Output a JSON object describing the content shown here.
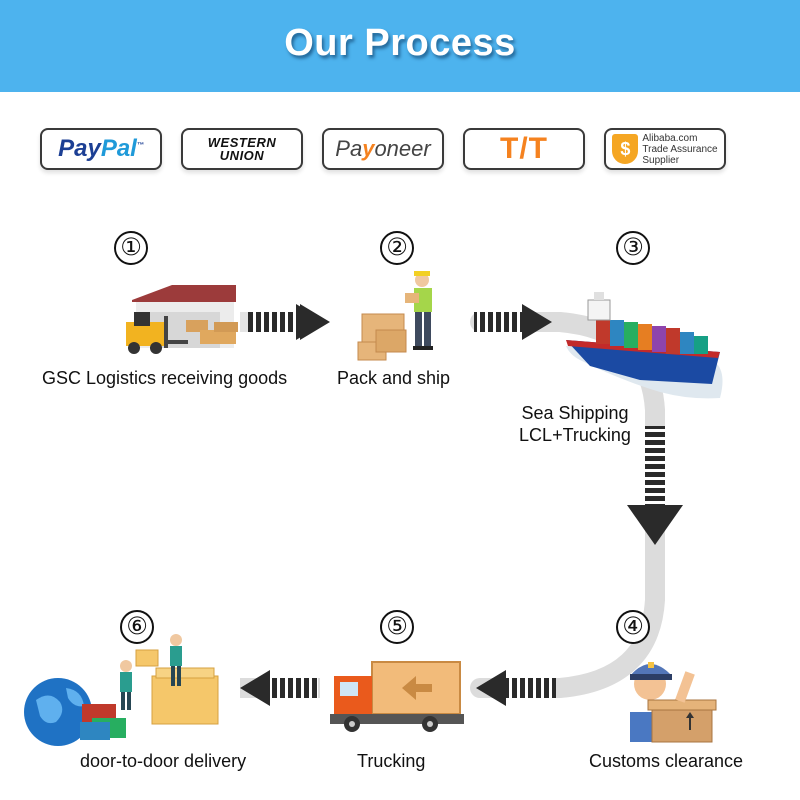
{
  "header": {
    "title": "Our Process",
    "background": "#4db3ee"
  },
  "payments": {
    "paypal": {
      "label_pay": "Pay",
      "label_pal": "Pal",
      "tm": "™"
    },
    "western_union": {
      "line1": "WESTERN",
      "line2": "UNION"
    },
    "payoneer": {
      "pre": "Pa",
      "y": "y",
      "post": "oneer"
    },
    "tt": {
      "label": "T/T"
    },
    "alibaba": {
      "line1": "Alibaba.com",
      "line2": "Trade Assurance",
      "line3": "Supplier",
      "badge": "$"
    }
  },
  "steps": [
    {
      "number": "①",
      "label_lines": [
        "GSC Logistics  receiving goods"
      ],
      "icon": "warehouse-forklift-icon"
    },
    {
      "number": "②",
      "label_lines": [
        "Pack and ship"
      ],
      "icon": "worker-boxes-icon"
    },
    {
      "number": "③",
      "label_lines": [
        "Sea Shipping",
        "LCL+Trucking"
      ],
      "icon": "cargo-ship-icon"
    },
    {
      "number": "④",
      "label_lines": [
        "Customs clearance"
      ],
      "icon": "customs-officer-icon"
    },
    {
      "number": "⑤",
      "label_lines": [
        "Trucking"
      ],
      "icon": "delivery-truck-icon"
    },
    {
      "number": "⑥",
      "label_lines": [
        "door-to-door delivery"
      ],
      "icon": "globe-delivery-icon"
    }
  ],
  "colors": {
    "arrow": "#2a2a2a",
    "arrow_stripes": "#ffffff",
    "track": "#d9d9d9",
    "accent_orange": "#f5821f"
  }
}
